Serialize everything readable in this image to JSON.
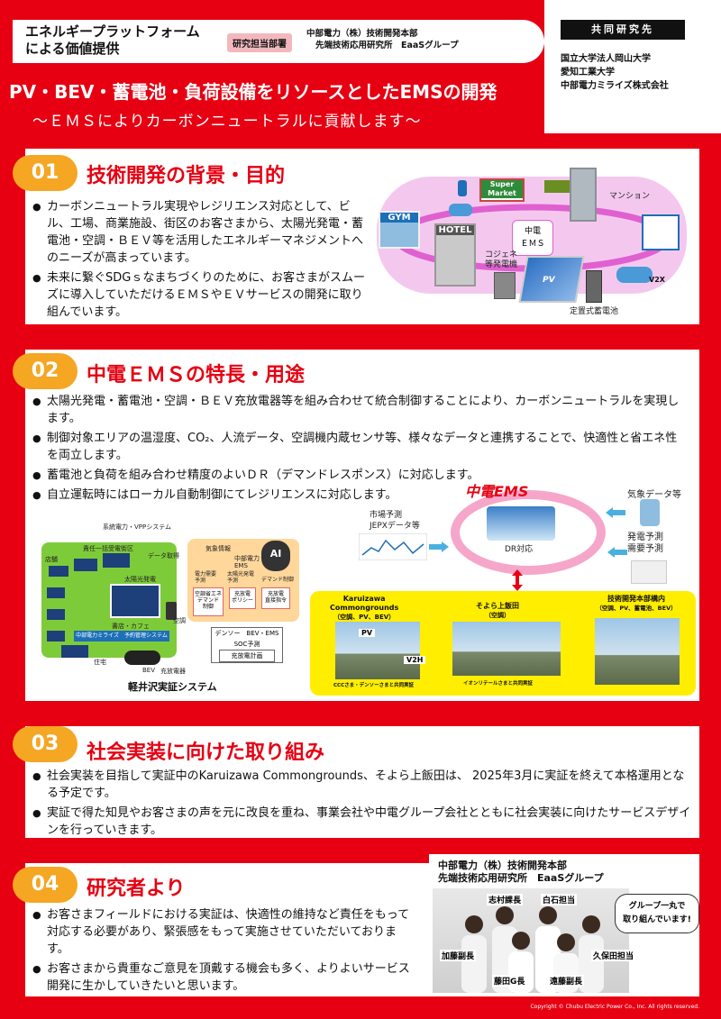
{
  "header": {
    "platform": [
      "エネルギープラットフォーム",
      "による価値提供"
    ],
    "dept_label": "研究担当部署",
    "dept_name": [
      "中部電力（株）技術開発本部",
      "先端技術応用研究所　EaaSグループ"
    ],
    "main_title": "PV・BEV・蓄電池・負荷設備をリソースとしたEMSの開発",
    "subtitle": "～ＥＭＳによりカーボンニュートラルに貢献します～"
  },
  "joint_research": {
    "heading": "共同研究先",
    "partners": [
      "国立大学法人岡山大学",
      "愛知工業大学",
      "中部電力ミライズ株式会社"
    ]
  },
  "sections": {
    "s1": {
      "num": "01",
      "title": "技術開発の背景・目的",
      "bullets": [
        "カーボンニュートラル実現やレジリエンス対応として、ビル、工場、商業施設、街区のお客さまから、太陽光発電・蓄電池・空調・ＢＥＶ等を活用したエネルギーマネジメントへのニーズが高まっています。",
        "未来に繋ぐSDGｓなまちづくりのために、お客さまがスムーズに導入していただけるＥＭＳやＥＶサービスの開発に取り組んでいます。"
      ],
      "illus": {
        "gym": "GYM",
        "supermarket": "Super Market",
        "hotel": "HOTEL",
        "mansion": "マンション",
        "ems_center": [
          "中電",
          "ＥＭＳ"
        ],
        "cogen": [
          "コジェネ",
          "等発電機"
        ],
        "pv": "PV",
        "v2x": "V2X",
        "battery": "定置式蓄電池"
      }
    },
    "s2": {
      "num": "02",
      "title": "中電ＥＭＳの特長・用途",
      "bullets": [
        "太陽光発電・蓄電池・空調・ＢＥＶ充放電器等を組み合わせて統合制御することにより、カーボンニュートラルを実現します。",
        "制御対象エリアの温湿度、CO₂、人流データ、空調機内蔵センサ等、様々なデータと連携することで、快適性と省エネ性を両立します。",
        "蓄電池と負荷を組み合わせ精度のよいＤＲ（デマンドレスポンス）に対応します。",
        "自立運転時にはローカル自動制御にてレジリエンスに対応します。"
      ],
      "karuizawa": {
        "top": "系統電力・VPPシステム",
        "area": "責任一括受電街区",
        "store": "店舗",
        "data_fetch": "データ取得",
        "weather": "気象情報",
        "ai": "AI",
        "ems": [
          "中部電力",
          "EMS"
        ],
        "pv": "太陽光発電",
        "demand_fc": [
          "電力需要",
          "予測"
        ],
        "pv_fc": [
          "太陽光発電",
          "予測"
        ],
        "demand_ctrl": "デマンド制御",
        "ac_ctrl": [
          "空調省エネ",
          "デマンド",
          "制御"
        ],
        "charge_policy": [
          "充放電",
          "ポリシー"
        ],
        "charge_cmd": [
          "充放電",
          "直接指令"
        ],
        "shop": "書店・カフェ",
        "ac": "空調",
        "mirise": "中部電力ミライズ　予約管理システム",
        "denso": "デンソー　BEV・EMS",
        "soc": "SOC予測",
        "charge_plan": "充放電計画",
        "house": "住宅",
        "bev": "BEV",
        "charger": "充放電器",
        "caption": "軽井沢実証システム"
      },
      "ems_diagram": {
        "brand": "中電EMS",
        "dr": "DR対応",
        "market": [
          "市場予測",
          "JEPXデータ等"
        ],
        "weather_data": "気象データ等",
        "gen_fc": [
          "発電予測",
          "需要予測"
        ]
      },
      "sites": [
        {
          "name": [
            "Karuizawa",
            "Commongrounds",
            "（空調、PV、BEV）"
          ],
          "tags": [
            "PV",
            "V2H"
          ],
          "credit": "CCCさま・デンソーさまと共同実証"
        },
        {
          "name": [
            "そよら上飯田",
            "（空調）"
          ],
          "tags": [],
          "credit": "イオンリテールさまと共同実証"
        },
        {
          "name": [
            "技術開発本部構内",
            "（空調、PV、蓄電池、BEV）"
          ],
          "tags": [],
          "credit": ""
        }
      ]
    },
    "s3": {
      "num": "03",
      "title": "社会実装に向けた取り組み",
      "bullets": [
        "社会実装を目指して実証中のKaruizawa Commongrounds、そよら上飯田は、 2025年3月に実証を終えて本格運用となる予定です。",
        "実証で得た知見やお客さまの声を元に改良を重ね、事業会社や中電グループ会社とともに社会実装に向けたサービスデザインを行っていきます。"
      ]
    },
    "s4": {
      "num": "04",
      "title": "研究者より",
      "bullets": [
        "お客さまフィールドにおける実証は、快適性の維持など責任をもって対応する必要があり、緊張感をもって実施させていただいております。",
        "お客さまから貴重なご意見を頂戴する機会も多く、よりよいサービス開発に生かしていきたいと思います。"
      ],
      "team_heading": [
        "中部電力（株）技術開発本部",
        "先端技術応用研究所　EaaSグループ"
      ],
      "bubble": [
        "グループ一丸で",
        "取り組んでいます!"
      ],
      "names": {
        "shimura": "志村課長",
        "shiraishi": "白石担当",
        "kato": "加藤副長",
        "kubota": "久保田担当",
        "fujita": "藤田G長",
        "endo": "遠藤副長"
      }
    }
  },
  "copyright": "Copyright © Chubu Electric Power Co., Inc. All rights reserved."
}
